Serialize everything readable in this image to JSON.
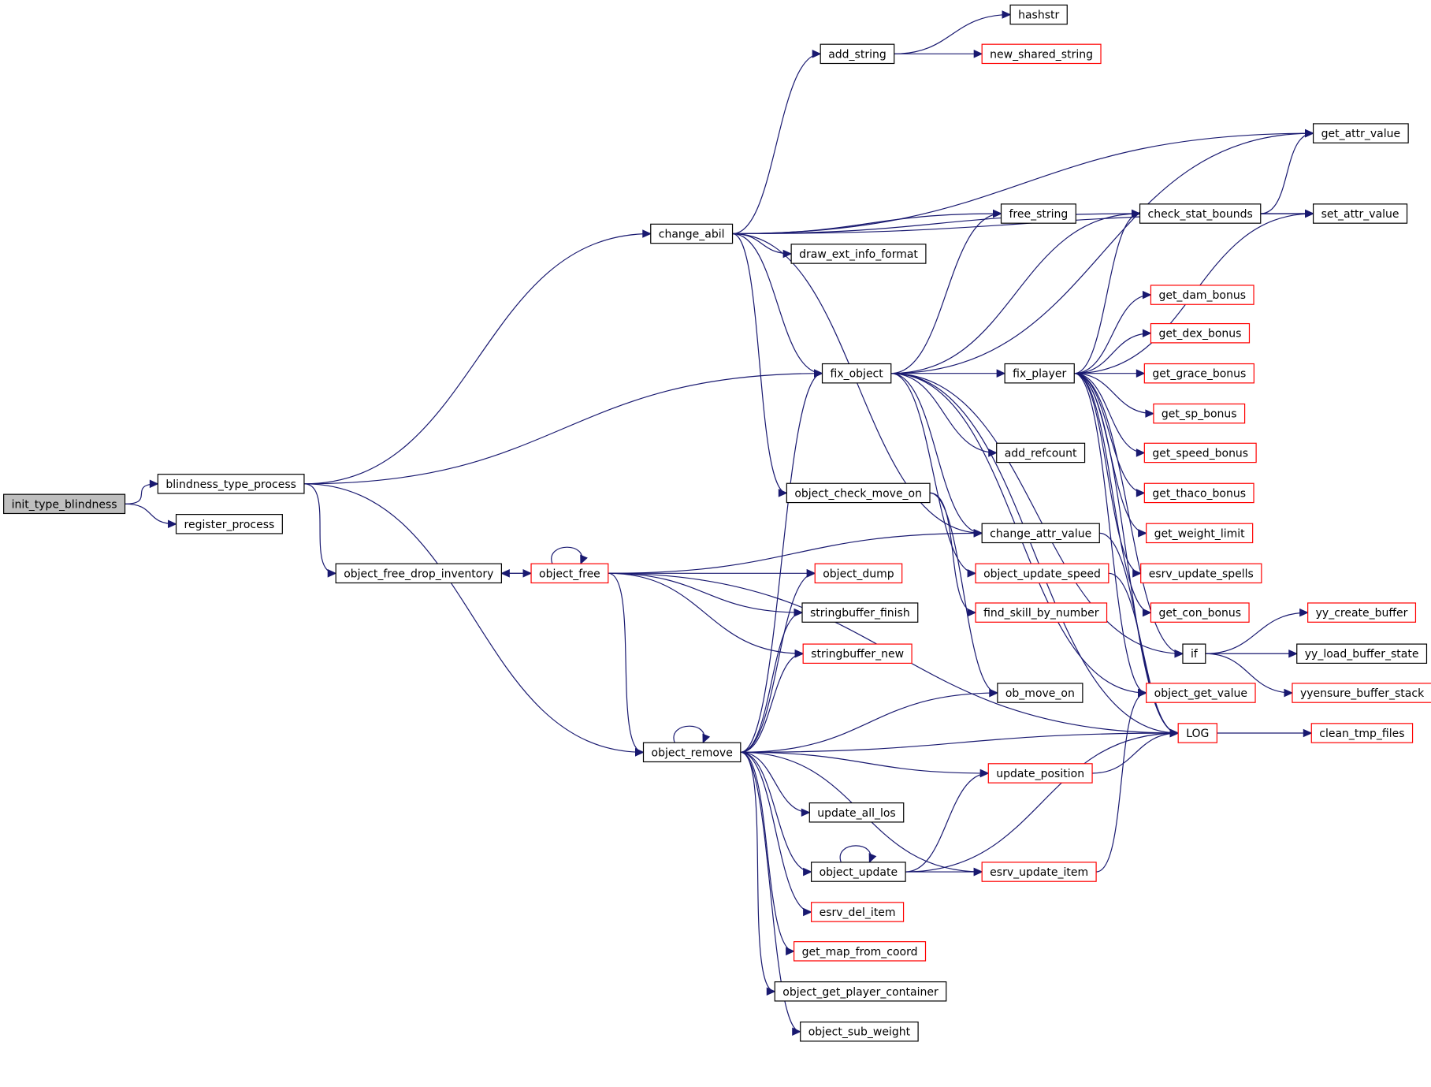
{
  "colors": {
    "edge": "#191970",
    "node_border": "#000000",
    "node_border_incomplete": "#ff0000",
    "root_fill": "#bfbfbf",
    "background": "#ffffff"
  },
  "nodes": [
    {
      "id": "init_type_blindness",
      "label": "init_type_blindness",
      "style": "root"
    },
    {
      "id": "blindness_type_process",
      "label": "blindness_type_process",
      "style": "normal"
    },
    {
      "id": "register_process",
      "label": "register_process",
      "style": "normal"
    },
    {
      "id": "change_abil",
      "label": "change_abil",
      "style": "normal"
    },
    {
      "id": "fix_object",
      "label": "fix_object",
      "style": "normal"
    },
    {
      "id": "object_free_drop_inventory",
      "label": "object_free_drop_inventory",
      "style": "normal"
    },
    {
      "id": "object_remove",
      "label": "object_remove",
      "style": "normal"
    },
    {
      "id": "add_string",
      "label": "add_string",
      "style": "normal"
    },
    {
      "id": "hashstr",
      "label": "hashstr",
      "style": "normal"
    },
    {
      "id": "new_shared_string",
      "label": "new_shared_string",
      "style": "red"
    },
    {
      "id": "get_attr_value",
      "label": "get_attr_value",
      "style": "normal"
    },
    {
      "id": "set_attr_value",
      "label": "set_attr_value",
      "style": "normal"
    },
    {
      "id": "check_stat_bounds",
      "label": "check_stat_bounds",
      "style": "normal"
    },
    {
      "id": "free_string",
      "label": "free_string",
      "style": "normal"
    },
    {
      "id": "draw_ext_info_format",
      "label": "draw_ext_info_format",
      "style": "normal"
    },
    {
      "id": "object_check_move_on",
      "label": "object_check_move_on",
      "style": "normal"
    },
    {
      "id": "fix_player",
      "label": "fix_player",
      "style": "normal"
    },
    {
      "id": "add_refcount",
      "label": "add_refcount",
      "style": "normal"
    },
    {
      "id": "change_attr_value",
      "label": "change_attr_value",
      "style": "normal"
    },
    {
      "id": "object_update_speed",
      "label": "object_update_speed",
      "style": "red"
    },
    {
      "id": "find_skill_by_number",
      "label": "find_skill_by_number",
      "style": "red"
    },
    {
      "id": "object_free",
      "label": "object_free",
      "style": "red"
    },
    {
      "id": "object_dump",
      "label": "object_dump",
      "style": "red"
    },
    {
      "id": "stringbuffer_finish",
      "label": "stringbuffer_finish",
      "style": "normal"
    },
    {
      "id": "stringbuffer_new",
      "label": "stringbuffer_new",
      "style": "red"
    },
    {
      "id": "ob_move_on",
      "label": "ob_move_on",
      "style": "normal"
    },
    {
      "id": "update_position",
      "label": "update_position",
      "style": "red"
    },
    {
      "id": "update_all_los",
      "label": "update_all_los",
      "style": "normal"
    },
    {
      "id": "object_update",
      "label": "object_update",
      "style": "normal"
    },
    {
      "id": "esrv_update_item",
      "label": "esrv_update_item",
      "style": "red"
    },
    {
      "id": "esrv_del_item",
      "label": "esrv_del_item",
      "style": "red"
    },
    {
      "id": "get_map_from_coord",
      "label": "get_map_from_coord",
      "style": "red"
    },
    {
      "id": "object_get_player_container",
      "label": "object_get_player_container",
      "style": "normal"
    },
    {
      "id": "object_sub_weight",
      "label": "object_sub_weight",
      "style": "normal"
    },
    {
      "id": "get_dam_bonus",
      "label": "get_dam_bonus",
      "style": "red"
    },
    {
      "id": "get_dex_bonus",
      "label": "get_dex_bonus",
      "style": "red"
    },
    {
      "id": "get_grace_bonus",
      "label": "get_grace_bonus",
      "style": "red"
    },
    {
      "id": "get_sp_bonus",
      "label": "get_sp_bonus",
      "style": "red"
    },
    {
      "id": "get_speed_bonus",
      "label": "get_speed_bonus",
      "style": "red"
    },
    {
      "id": "get_thaco_bonus",
      "label": "get_thaco_bonus",
      "style": "red"
    },
    {
      "id": "get_weight_limit",
      "label": "get_weight_limit",
      "style": "red"
    },
    {
      "id": "esrv_update_spells",
      "label": "esrv_update_spells",
      "style": "red"
    },
    {
      "id": "get_con_bonus",
      "label": "get_con_bonus",
      "style": "red"
    },
    {
      "id": "if",
      "label": "if",
      "style": "normal"
    },
    {
      "id": "object_get_value",
      "label": "object_get_value",
      "style": "red"
    },
    {
      "id": "LOG",
      "label": "LOG",
      "style": "red"
    },
    {
      "id": "yy_create_buffer",
      "label": "yy_create_buffer",
      "style": "red"
    },
    {
      "id": "yy_load_buffer_state",
      "label": "yy_load_buffer_state",
      "style": "normal"
    },
    {
      "id": "yyensure_buffer_stack",
      "label": "yyensure_buffer_stack",
      "style": "red"
    },
    {
      "id": "clean_tmp_files",
      "label": "clean_tmp_files",
      "style": "red"
    }
  ],
  "edges": [
    [
      "init_type_blindness",
      "blindness_type_process"
    ],
    [
      "init_type_blindness",
      "register_process"
    ],
    [
      "blindness_type_process",
      "change_abil"
    ],
    [
      "blindness_type_process",
      "fix_object"
    ],
    [
      "blindness_type_process",
      "object_free_drop_inventory"
    ],
    [
      "blindness_type_process",
      "object_remove"
    ],
    [
      "change_abil",
      "add_string"
    ],
    [
      "change_abil",
      "get_attr_value"
    ],
    [
      "change_abil",
      "set_attr_value"
    ],
    [
      "change_abil",
      "check_stat_bounds"
    ],
    [
      "change_abil",
      "free_string"
    ],
    [
      "change_abil",
      "draw_ext_info_format"
    ],
    [
      "change_abil",
      "fix_object"
    ],
    [
      "change_abil",
      "object_check_move_on"
    ],
    [
      "change_abil",
      "change_attr_value"
    ],
    [
      "add_string",
      "hashstr"
    ],
    [
      "add_string",
      "new_shared_string"
    ],
    [
      "check_stat_bounds",
      "get_attr_value"
    ],
    [
      "check_stat_bounds",
      "set_attr_value"
    ],
    [
      "fix_object",
      "get_attr_value"
    ],
    [
      "fix_object",
      "free_string"
    ],
    [
      "fix_object",
      "check_stat_bounds"
    ],
    [
      "fix_object",
      "fix_player"
    ],
    [
      "fix_object",
      "add_refcount"
    ],
    [
      "fix_object",
      "change_attr_value"
    ],
    [
      "fix_object",
      "object_update_speed"
    ],
    [
      "fix_object",
      "if"
    ],
    [
      "fix_object",
      "LOG"
    ],
    [
      "fix_object",
      "object_get_value"
    ],
    [
      "fix_player",
      "check_stat_bounds"
    ],
    [
      "fix_player",
      "set_attr_value"
    ],
    [
      "fix_player",
      "get_dam_bonus"
    ],
    [
      "fix_player",
      "get_dex_bonus"
    ],
    [
      "fix_player",
      "get_grace_bonus"
    ],
    [
      "fix_player",
      "get_sp_bonus"
    ],
    [
      "fix_player",
      "get_speed_bonus"
    ],
    [
      "fix_player",
      "get_thaco_bonus"
    ],
    [
      "fix_player",
      "get_weight_limit"
    ],
    [
      "fix_player",
      "esrv_update_spells"
    ],
    [
      "fix_player",
      "get_con_bonus"
    ],
    [
      "fix_player",
      "if"
    ],
    [
      "fix_player",
      "object_get_value"
    ],
    [
      "fix_player",
      "LOG"
    ],
    [
      "if",
      "yy_create_buffer"
    ],
    [
      "if",
      "yy_load_buffer_state"
    ],
    [
      "if",
      "yyensure_buffer_stack"
    ],
    [
      "change_attr_value",
      "LOG"
    ],
    [
      "object_update_speed",
      "LOG"
    ],
    [
      "object_check_move_on",
      "ob_move_on"
    ],
    [
      "object_check_move_on",
      "find_skill_by_number"
    ],
    [
      "object_free_drop_inventory",
      "object_free"
    ],
    [
      "object_free",
      "object_free_drop_inventory"
    ],
    [
      "object_free",
      "object_free"
    ],
    [
      "object_free",
      "object_dump"
    ],
    [
      "object_free",
      "stringbuffer_finish"
    ],
    [
      "object_free",
      "stringbuffer_new"
    ],
    [
      "object_free",
      "object_remove"
    ],
    [
      "object_free",
      "change_attr_value"
    ],
    [
      "object_free",
      "LOG"
    ],
    [
      "object_remove",
      "object_remove"
    ],
    [
      "object_remove",
      "fix_object"
    ],
    [
      "object_remove",
      "object_dump"
    ],
    [
      "object_remove",
      "stringbuffer_finish"
    ],
    [
      "object_remove",
      "stringbuffer_new"
    ],
    [
      "object_remove",
      "ob_move_on"
    ],
    [
      "object_remove",
      "LOG"
    ],
    [
      "object_remove",
      "update_position"
    ],
    [
      "object_remove",
      "update_all_los"
    ],
    [
      "object_remove",
      "object_update"
    ],
    [
      "object_remove",
      "esrv_del_item"
    ],
    [
      "object_remove",
      "get_map_from_coord"
    ],
    [
      "object_remove",
      "object_get_player_container"
    ],
    [
      "object_remove",
      "object_sub_weight"
    ],
    [
      "object_remove",
      "esrv_update_item"
    ],
    [
      "object_update",
      "object_update"
    ],
    [
      "object_update",
      "update_position"
    ],
    [
      "object_update",
      "esrv_update_item"
    ],
    [
      "object_update",
      "LOG"
    ],
    [
      "update_position",
      "LOG"
    ],
    [
      "esrv_update_item",
      "object_get_value"
    ],
    [
      "LOG",
      "clean_tmp_files"
    ]
  ]
}
